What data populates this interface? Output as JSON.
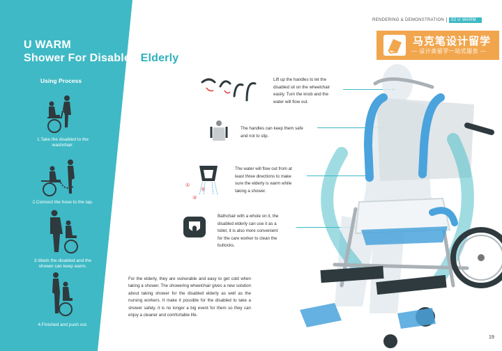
{
  "title": {
    "line1": "U WARM",
    "line2_prefix": "Shower For Disabled ",
    "line2_highlight": "Elderly"
  },
  "header": {
    "section": "RENDERING & DEMONSTRATION",
    "chapter": "02 U WARM"
  },
  "logo": {
    "name": "马克笔设计留学",
    "tagline": "设计类留学一站式服务",
    "icon": "marker-logo-icon"
  },
  "process": {
    "title": "Using Process",
    "steps": [
      {
        "label_line1": "1.Take the disabled to the",
        "label_line2": "washchair."
      },
      {
        "label_line1": "2.Connect the hose to the tap.",
        "label_line2": ""
      },
      {
        "label_line1": "3.Wash the disabled and the",
        "label_line2": "shower can keep warm."
      },
      {
        "label_line1": "4.Finished and push out.",
        "label_line2": ""
      }
    ]
  },
  "features": [
    {
      "lines": [
        "Lift up the handles to let the",
        "disabled sit on the wheelchair",
        "easily. Turn the knob and the",
        "water will flow out."
      ],
      "icon": "handles-lift-icon"
    },
    {
      "lines": [
        "The handles can keep them safe",
        "and not to slip."
      ],
      "icon": "person-handles-icon"
    },
    {
      "lines": [
        "The water will flow out from at",
        "least three directions to make",
        "sure the elderly is warm while",
        "taking a shower."
      ],
      "icon": "water-directions-icon",
      "markers": [
        "①",
        "②",
        "③"
      ]
    },
    {
      "lines": [
        "Bathchair with a whole on it, the",
        "disabled elderly can use it as a",
        "toilet, it is also more convenient",
        "for the care worker to clean the",
        "buttocks."
      ],
      "icon": "seat-hole-icon"
    }
  ],
  "paragraph": "For the elderly, they are  vulnerable and easy to get cold when taking a shower. The showering wheelchair gives a new solution about taking shower for the disabled elderly as well as the nursing workers. It make it possible for the disabled to take a shower safely, it is  no longer a big event for them so they can enjoy a cleaner and comfortable life.",
  "page_number": "19",
  "colors": {
    "teal": "#3fb9c5",
    "accent_blue": "#4aa3dc",
    "logo_orange": "#f1a64e"
  }
}
